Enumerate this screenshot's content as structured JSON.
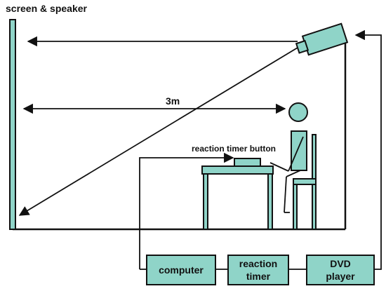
{
  "labels": {
    "screen": "screen & speaker",
    "distance": "3m",
    "button": "reaction timer button",
    "computer": "computer",
    "timer_line1": "reaction",
    "timer_line2": "timer",
    "dvd_line1": "DVD",
    "dvd_line2": "player"
  },
  "colors": {
    "fill": "#8fd4c8",
    "stroke": "#111111"
  }
}
